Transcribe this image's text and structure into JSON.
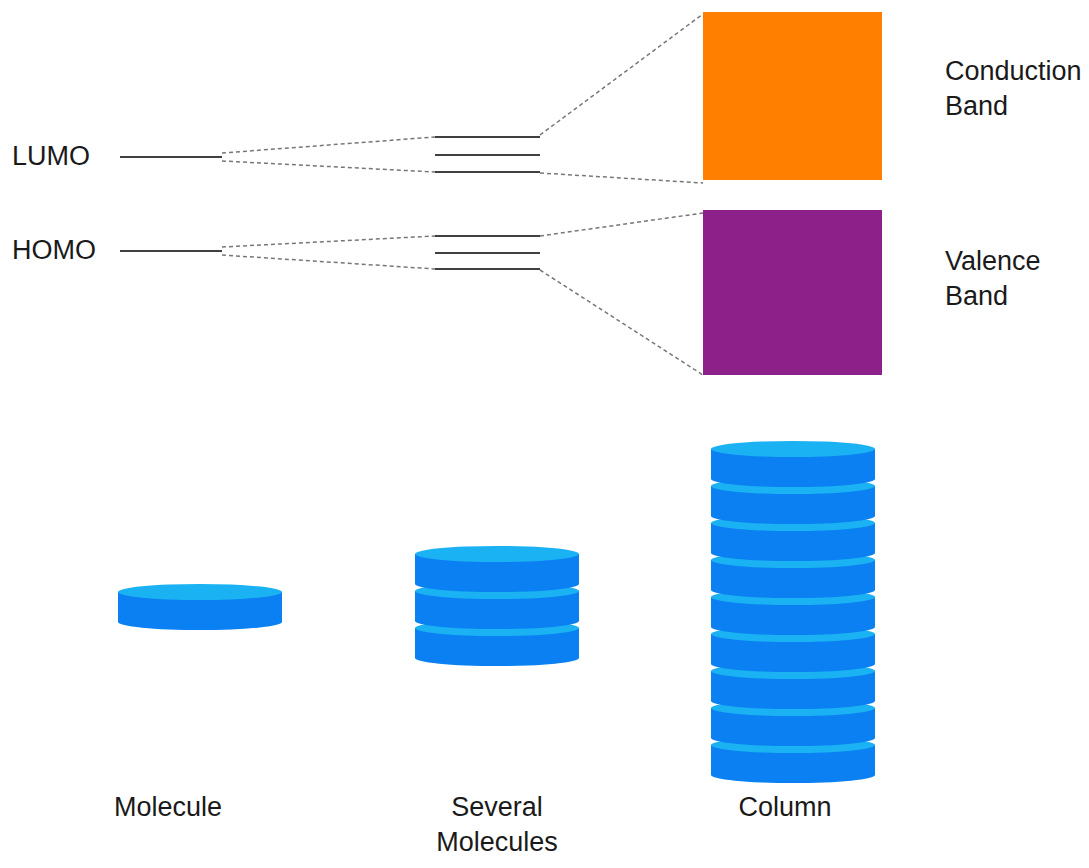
{
  "diagram": {
    "nodes": [
      {
        "text": [
          "Conduction Band"
        ]
      },
      {
        "text": [
          "Valence Band"
        ]
      }
    ],
    "labels": [
      "LUMO",
      "HOMO",
      "Molecule",
      "Several Molecules",
      "Column"
    ]
  }
}
